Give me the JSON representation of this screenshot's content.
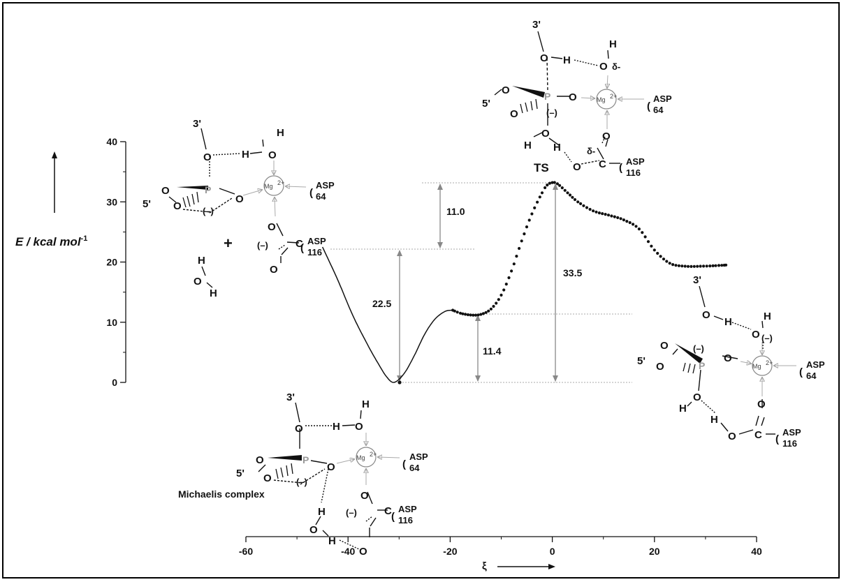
{
  "chart_data": {
    "type": "line",
    "ylabel": "E / kcal mol",
    "ylabel_sup": "-1",
    "xlabel": "ξ",
    "xlim": [
      -60,
      40
    ],
    "ylim": [
      0,
      40
    ],
    "xticks": [
      -60,
      -40,
      -20,
      0,
      20,
      40
    ],
    "yticks": [
      0,
      10,
      20,
      30,
      40
    ],
    "series": [
      {
        "style": "solid",
        "x": [
          -45,
          -42,
          -39,
          -36,
          -34,
          -32.5,
          -31,
          -29,
          -27,
          -25,
          -23,
          -21,
          -19.5
        ],
        "y": [
          22.5,
          17,
          11,
          6,
          3,
          1,
          0,
          1.5,
          4.5,
          8,
          10.5,
          11.8,
          12
        ]
      },
      {
        "style": "dotted",
        "x": [
          -19.5,
          -18,
          -16,
          -14,
          -12,
          -10,
          -8,
          -6,
          -4,
          -2,
          -1,
          0,
          1,
          3,
          5,
          8,
          11,
          14,
          17,
          20,
          23,
          26,
          29,
          32,
          34
        ],
        "y": [
          12,
          11.5,
          11.2,
          11.3,
          12.2,
          14.5,
          18.5,
          23.5,
          28,
          31.5,
          32.8,
          33.2,
          33,
          31.5,
          30,
          28.5,
          27.8,
          27,
          25.5,
          22,
          19.8,
          19.3,
          19.3,
          19.4,
          19.5
        ]
      }
    ],
    "annotations": [
      "22.5",
      "11.0",
      "11.4",
      "33.5"
    ],
    "labels": {
      "ts": "TS",
      "michaelis": "Michaelis complex",
      "plus": "+"
    }
  },
  "molecules": {
    "three_prime": "3'",
    "five_prime": "5'",
    "O": "O",
    "H": "H",
    "P": "P",
    "C": "C",
    "mg": "Mg",
    "mg_sup": "2+",
    "charge_minus": "(–)",
    "delta_minus": "δ-",
    "asp_64_a": "ASP",
    "asp_64_b": "64",
    "asp_116_a": "ASP",
    "asp_116_b": "116",
    "paren": "("
  }
}
